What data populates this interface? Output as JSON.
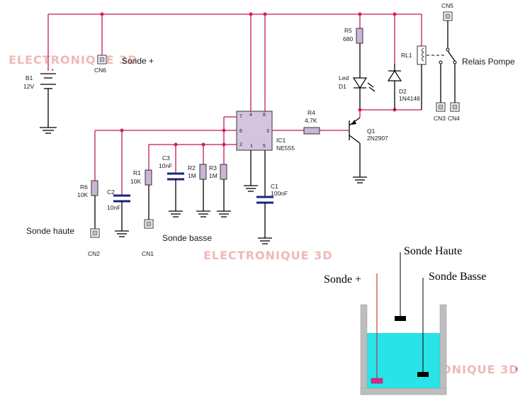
{
  "watermark": "ELECTRONIQUE 3D",
  "components": {
    "b1": {
      "ref": "B1",
      "value": "12V"
    },
    "cn6": {
      "ref": "CN6",
      "label": "Sonde +"
    },
    "cn2": {
      "ref": "CN2",
      "label": "Sonde haute"
    },
    "cn1": {
      "ref": "CN1",
      "label": "Sonde basse"
    },
    "r6": {
      "ref": "R6",
      "value": "10K"
    },
    "c2": {
      "ref": "C2",
      "value": "10nF"
    },
    "r1": {
      "ref": "R1",
      "value": "10K"
    },
    "c3": {
      "ref": "C3",
      "value": "10nF"
    },
    "r2": {
      "ref": "R2",
      "value": "1M"
    },
    "r3": {
      "ref": "R3",
      "value": "1M"
    },
    "ic1": {
      "ref": "IC1",
      "value": "NE555"
    },
    "c1": {
      "ref": "C1",
      "value": "100nF"
    },
    "r4": {
      "ref": "R4",
      "value": "4,7K"
    },
    "q1": {
      "ref": "Q1",
      "value": "2N2907"
    },
    "r5": {
      "ref": "R5",
      "value": "680"
    },
    "led": {
      "ref": "Led",
      "value": "D1"
    },
    "d2": {
      "ref": "D2",
      "value": "1N4148"
    },
    "rl1": {
      "ref": "RL1"
    },
    "cn5": {
      "ref": "CN5"
    },
    "cn3": {
      "ref": "CN3"
    },
    "cn4": {
      "ref": "CN4"
    },
    "relay": {
      "label": "Relais Pompe"
    }
  },
  "ic_pins": {
    "p7": "7",
    "p4": "4",
    "p8": "8",
    "p6": "6",
    "p3": "3",
    "p2": "2",
    "p1": "1",
    "p5": "5"
  },
  "tank": {
    "probe_high": "Sonde  Haute",
    "probe_plus": "Sonde +",
    "probe_low": "Sonde  Basse",
    "water_color": "#29e3e8",
    "wall_color": "#bdbdbd"
  },
  "colors": {
    "wire": "#c2185b",
    "component": "#c9b6d6",
    "capacitor": "#1a237e"
  }
}
